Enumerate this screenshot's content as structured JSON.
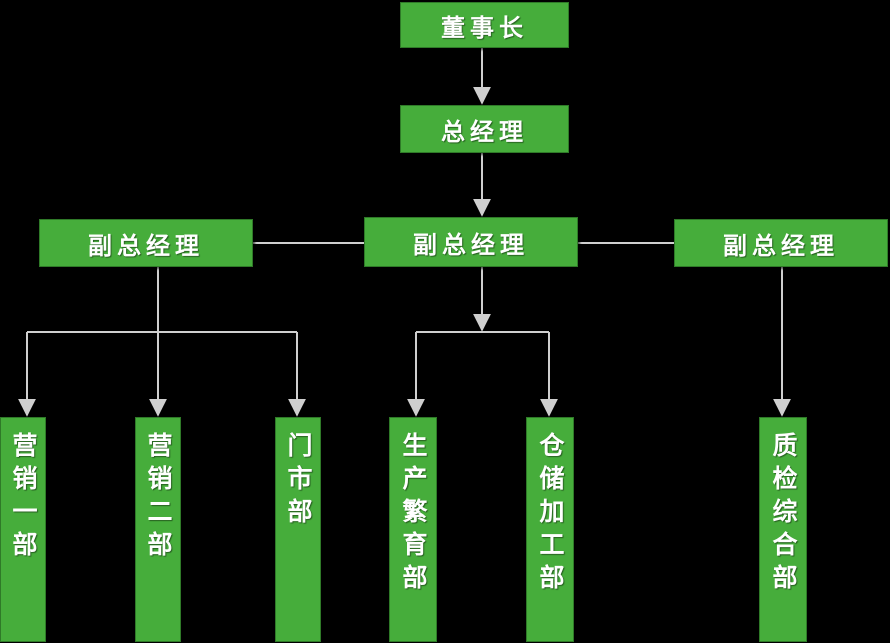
{
  "colors": {
    "background": "#000000",
    "node_fill": "#46ad3b",
    "node_text": "#ffffff",
    "line": "#cfcfcf"
  },
  "org": {
    "chairman": "董事长",
    "general_manager": "总经理",
    "deputy_left": "副总经理",
    "deputy_center": "副总经理",
    "deputy_right": "副总经理",
    "departments": [
      "营销一部",
      "营销二部",
      "门市部",
      "生产繁育部",
      "仓储加工部",
      "质检综合部"
    ]
  }
}
